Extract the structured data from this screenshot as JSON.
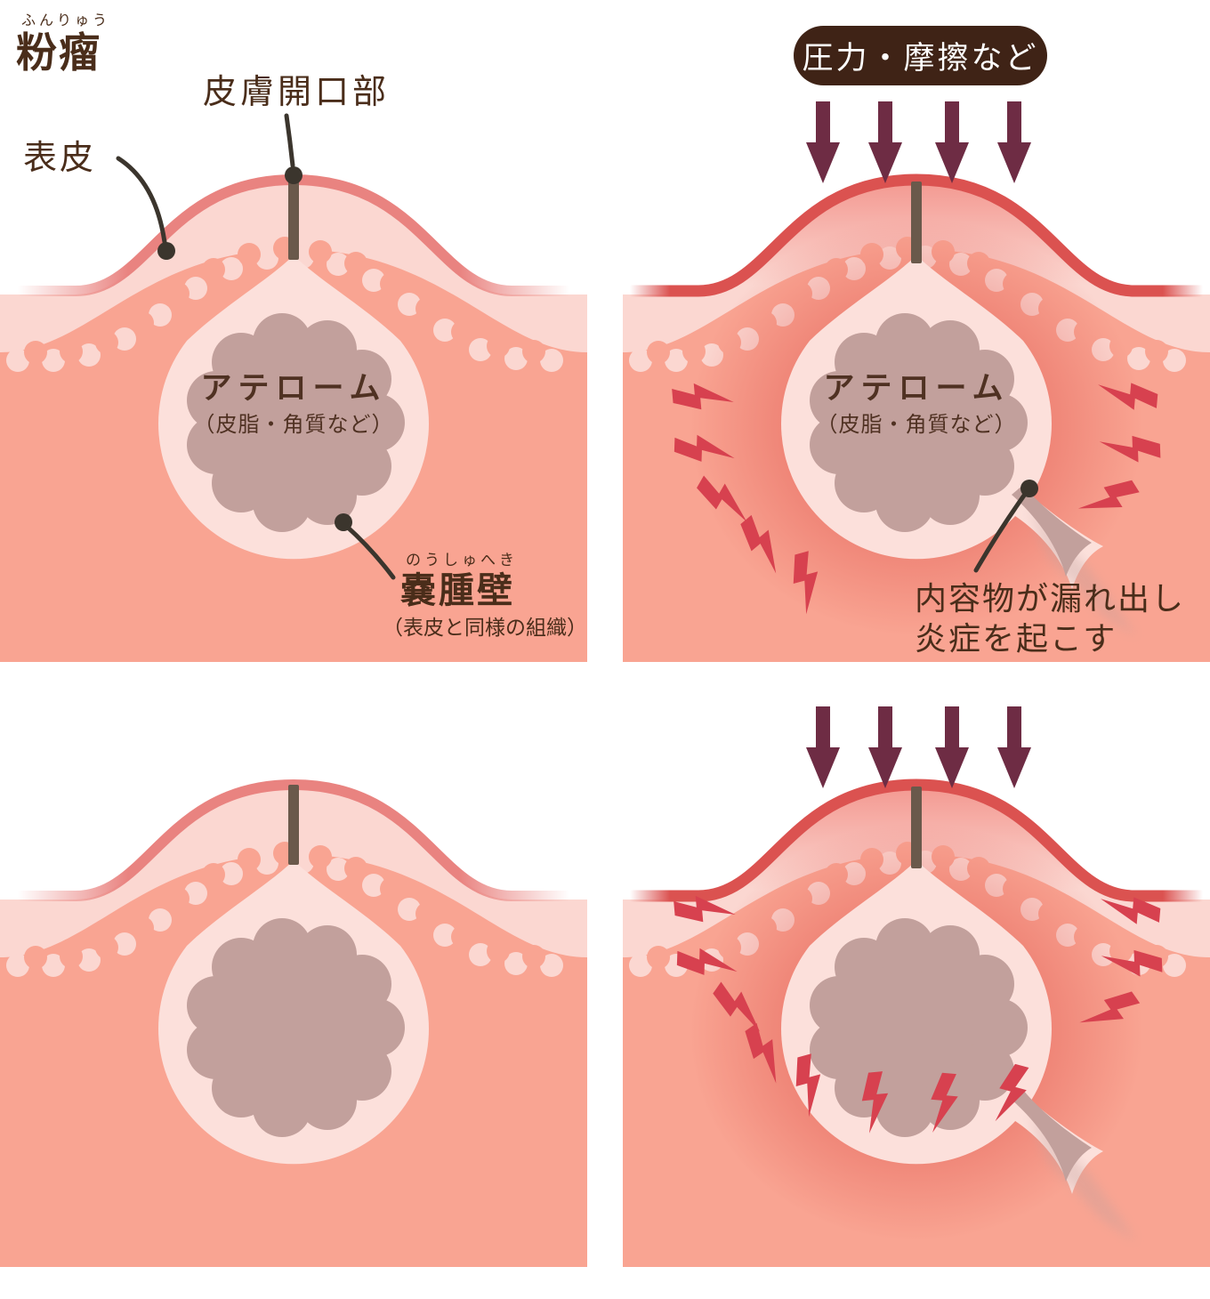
{
  "title": {
    "text": "粉瘤",
    "furigana": "ふんりゅう"
  },
  "colors": {
    "background": "#FFFFFF",
    "dermis": "#F9A492",
    "epidermis": "#FBD7D1",
    "epidermis_inflamed_top": "#F3978F",
    "cyst_wall": "#FCE0DB",
    "cyst_content": "#C2A09C",
    "stripe_normal": "#E98380",
    "stripe_inflamed": "#DB5250",
    "inflammation_glow": "#DE4F48",
    "pressure_arrow": "#6E2C44",
    "pain_bolt": "#D7414F",
    "badge_bg": "#3F2316",
    "badge_text": "#FFFFFF",
    "text": "#4A2D1A",
    "comedo_plug": "#6A594B",
    "callout": "#3B352D"
  },
  "icons": {
    "pressure_arrow": "down-arrow",
    "pain_bolt": "lightning-bolt"
  },
  "panels": {
    "top_left": {
      "labels": {
        "skin_opening": "皮膚開口部",
        "epidermis": "表皮",
        "atheroma": "アテローム",
        "atheroma_detail": "（皮脂・角質など）",
        "cyst_wall_furigana": "のうしゅへき",
        "cyst_wall": "嚢腫壁",
        "cyst_wall_detail": "（表皮と同様の組織）"
      }
    },
    "top_right": {
      "badge": "圧力・摩擦など",
      "labels": {
        "atheroma": "アテローム",
        "atheroma_detail": "（皮脂・角質など）",
        "leak_caption_line1": "内容物が漏れ出し",
        "leak_caption_line2": "炎症を起こす"
      }
    }
  }
}
